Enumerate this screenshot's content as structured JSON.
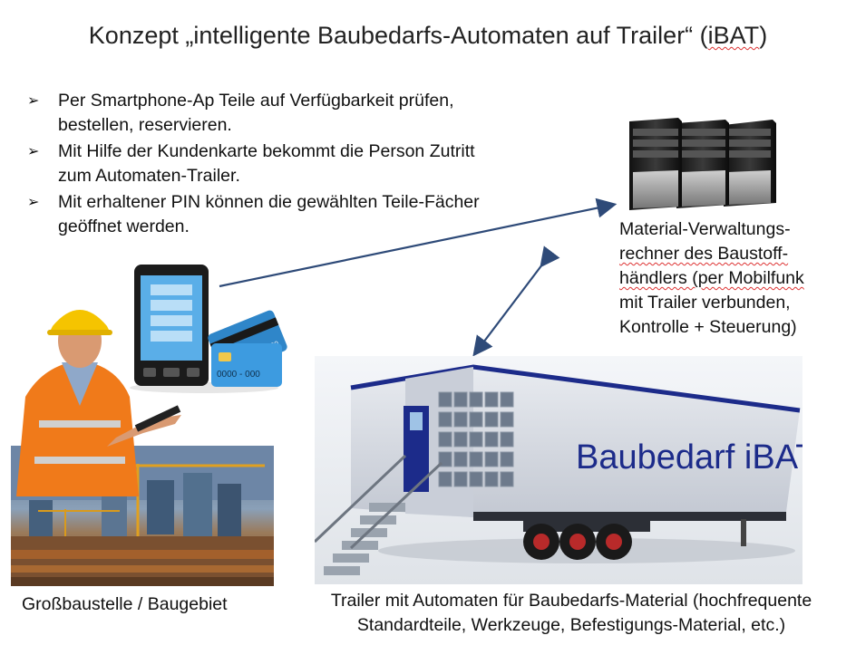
{
  "title": {
    "prefix": "Konzept „intelligente Baubedarfs-Automaten auf Trailer“ (",
    "underlined": "iBAT",
    "suffix": ")"
  },
  "bullets": [
    {
      "lines": [
        "Per Smartphone-Ap Teile auf Verfügbarkeit prüfen,",
        "bestellen, reservieren."
      ]
    },
    {
      "lines": [
        "Mit Hilfe der Kundenkarte bekommt die Person Zutritt",
        "zum Automaten-Trailer."
      ]
    },
    {
      "lines": [
        "Mit erhaltener PIN können die gewählten Teile-Fächer",
        "geöffnet werden."
      ]
    }
  ],
  "server_label": {
    "lines": [
      "Material-Verwaltungs-",
      "rechner des Baustoff-",
      "händlers (per Mobilfunk",
      "mit Trailer verbunden,",
      "Kontrolle + Steuerung)"
    ]
  },
  "card": {
    "number": "0000 - 000",
    "number_back": "0000 - 000"
  },
  "trailer": {
    "brand_text": "Baubedarf iBAT"
  },
  "site_caption": "Großbaustelle / Baugebiet",
  "trailer_caption": {
    "lines": [
      "Trailer mit Automaten für Baubedarfs-Material (hochfrequente",
      "Standardteile, Werkzeuge, Befestigungs-Material, etc.)"
    ]
  },
  "colors": {
    "arrow": "#2e4a78",
    "trailer_blue": "#1c2b8a",
    "screen_blue": "#5aaee8",
    "vest": "#f07a1a",
    "helmet": "#f5c400"
  },
  "icons": [
    "smartphone-icon",
    "credit-card-icon",
    "server-icon",
    "worker-figure",
    "construction-site-photo",
    "trailer-illustration"
  ]
}
